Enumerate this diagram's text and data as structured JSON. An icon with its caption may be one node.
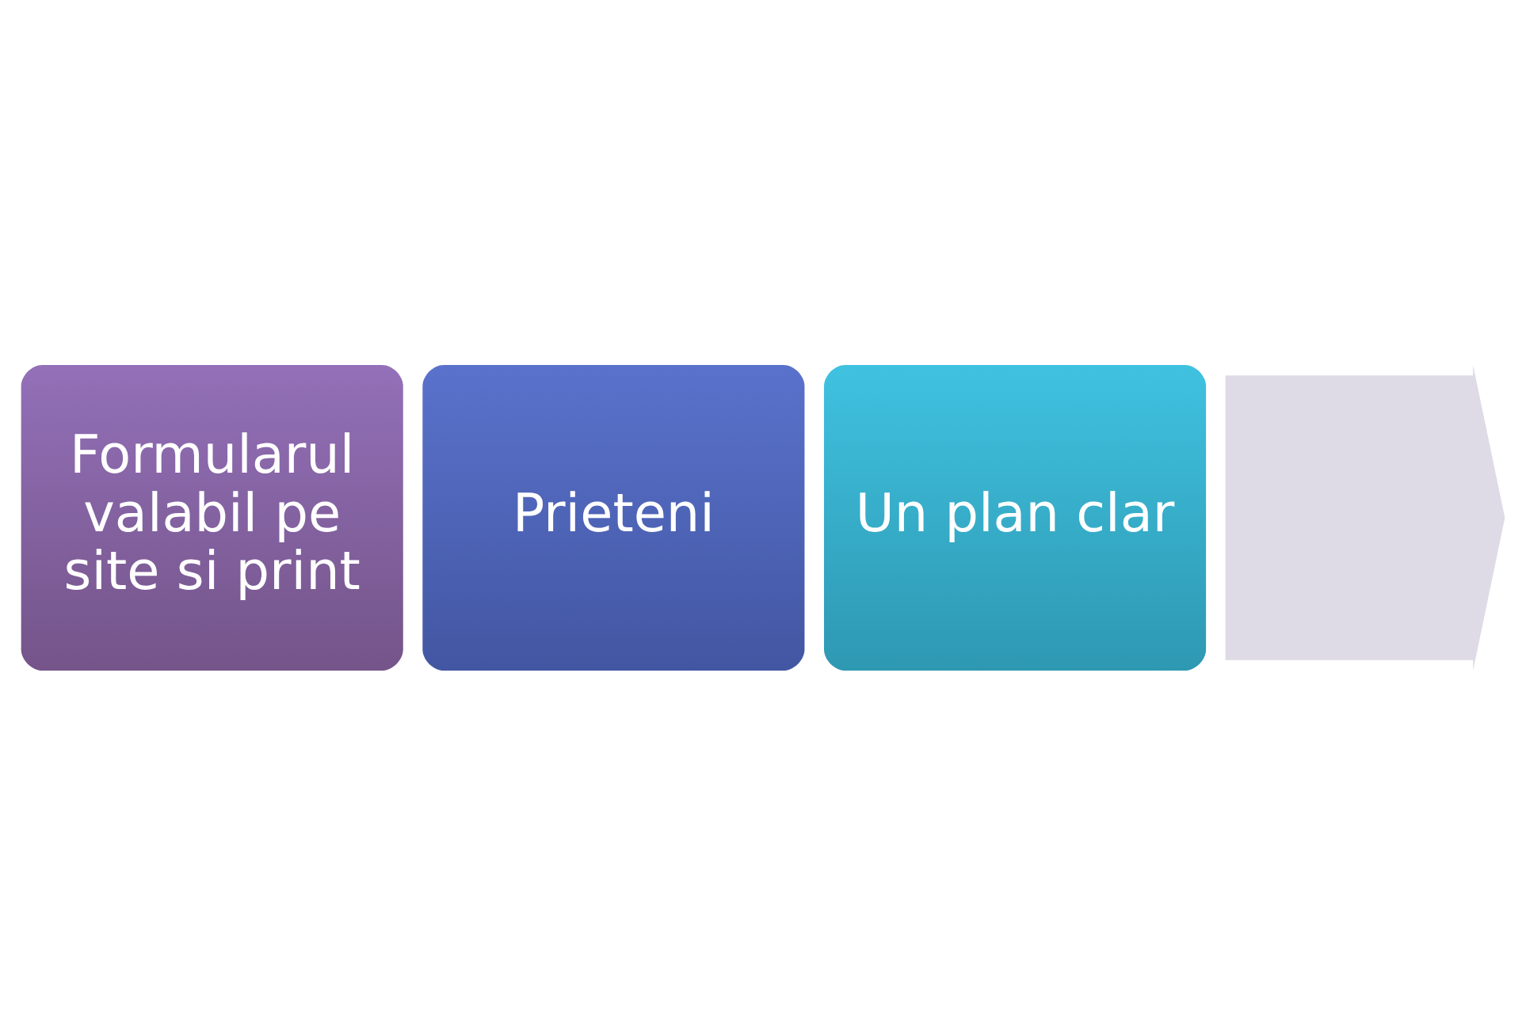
{
  "diagram": {
    "nodes": [
      {
        "text": [
          "Formularul valabil pe site si print"
        ]
      },
      {
        "text": [
          "Prieteni"
        ]
      },
      {
        "text": [
          "Un plan clar"
        ]
      },
      {
        "text": [],
        "shape": "arrow"
      }
    ],
    "edges": []
  }
}
